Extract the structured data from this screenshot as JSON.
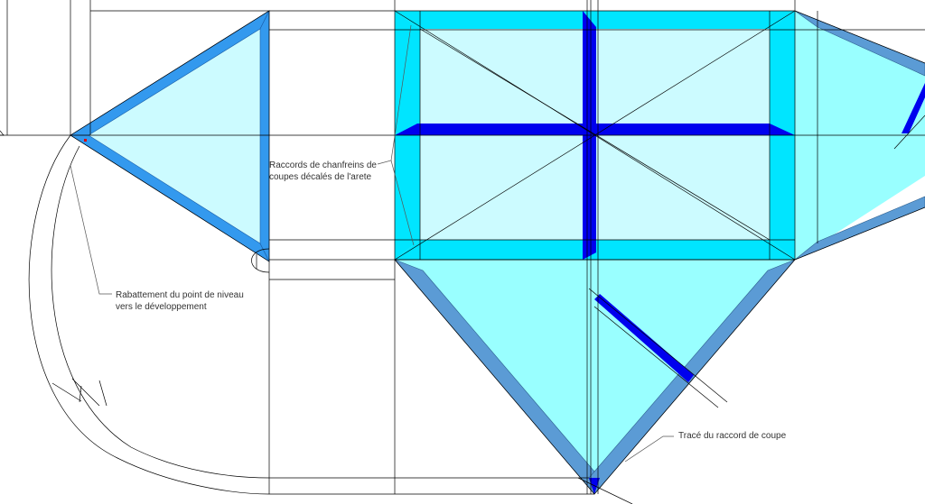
{
  "annotations": {
    "chamfer_offset_line1": "Raccords de chanfreins de",
    "chamfer_offset_line2": "coupes décalés de l'arete",
    "level_point_line1": "Rabattement du point de niveau",
    "level_point_line2": "vers le développement",
    "cut_trace": "Tracé du raccord de coupe"
  },
  "colors": {
    "face_light": "#ccfbff",
    "face_medium": "#99ffff",
    "chamfer_cyan": "#00e5ff",
    "chamfer_blue": "#3399ee",
    "chamfer_steel": "#5b9bd5",
    "cut_dark_blue": "#0000ee",
    "line": "#000000"
  }
}
